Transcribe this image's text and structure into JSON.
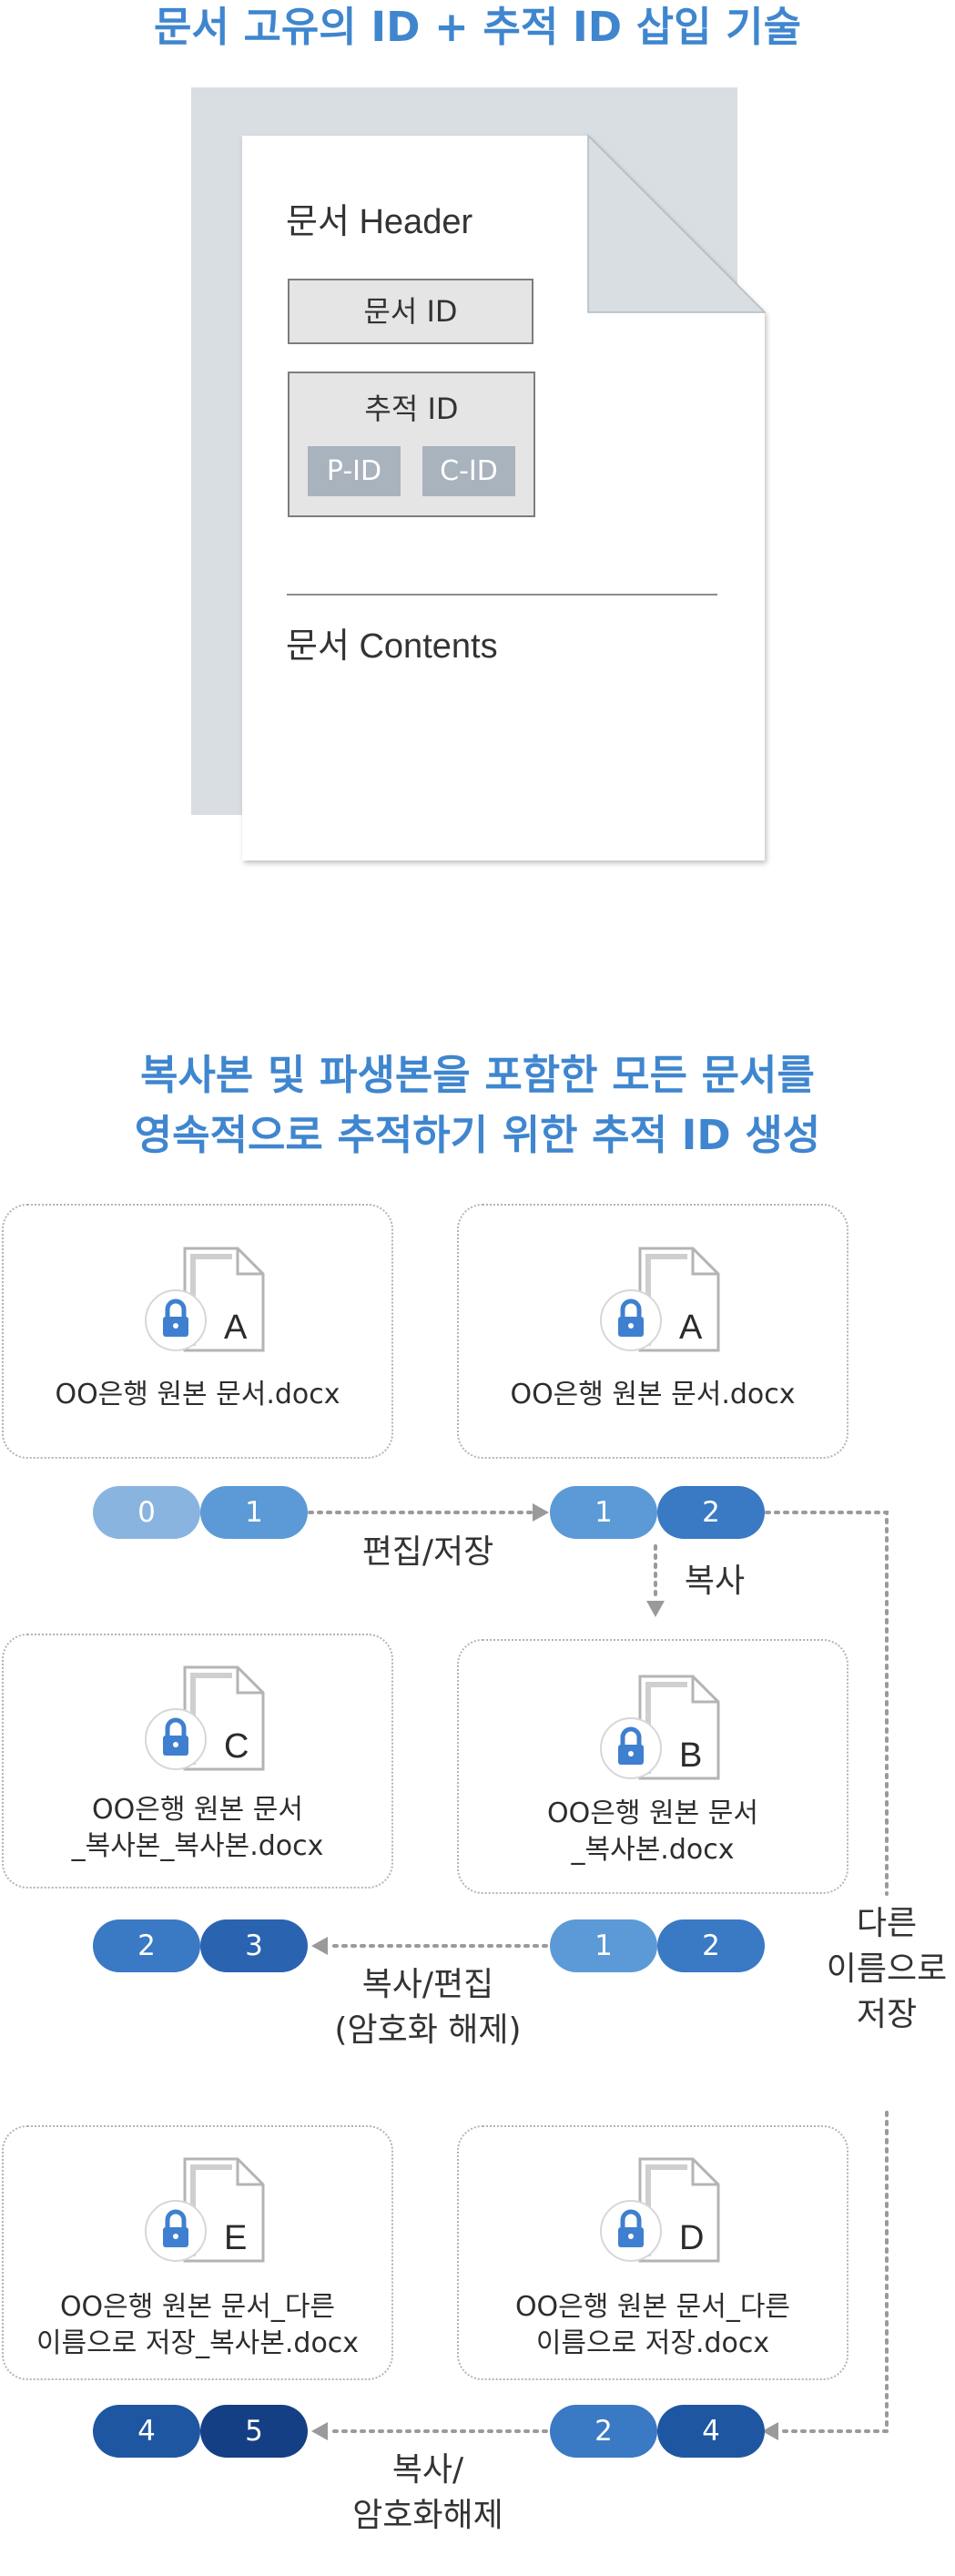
{
  "title_top": "문서 고유의 ID + 추적 ID 삽입 기술",
  "doc": {
    "header": "문서 Header",
    "doc_id": "문서 ID",
    "tracking_id": "추적 ID",
    "pid": "P-ID",
    "cid": "C-ID",
    "contents": "문서 Contents"
  },
  "title_flow": [
    "복사본 및 파생본을 포함한 모든 문서를",
    "영속적으로 추적하기 위한 추적 ID 생성"
  ],
  "cards": {
    "a1": {
      "letter": "A",
      "name": [
        "OO은행 원본 문서.docx"
      ]
    },
    "a2": {
      "letter": "A",
      "name": [
        "OO은행 원본 문서.docx"
      ]
    },
    "c": {
      "letter": "C",
      "name": [
        "OO은행 원본 문서",
        "_복사본_복사본.docx"
      ]
    },
    "b": {
      "letter": "B",
      "name": [
        "OO은행 원본 문서",
        "_복사본.docx"
      ]
    },
    "e": {
      "letter": "E",
      "name": [
        "OO은행 원본 문서_다른",
        "이름으로 저장_복사본.docx"
      ]
    },
    "d": {
      "letter": "D",
      "name": [
        "OO은행 원본 문서_다른",
        "이름으로 저장.docx"
      ]
    }
  },
  "pills": {
    "row1_left": [
      "0",
      "1"
    ],
    "row1_right": [
      "1",
      "2"
    ],
    "row2_left": [
      "2",
      "3"
    ],
    "row2_right": [
      "1",
      "2"
    ],
    "row3_left": [
      "4",
      "5"
    ],
    "row3_right": [
      "2",
      "4"
    ]
  },
  "labels": {
    "edit_save": "편집/저장",
    "copy": "복사",
    "copy_edit": [
      "복사/편집",
      "(암호화 해제)"
    ],
    "save_as": [
      "다른",
      "이름으로",
      "저장"
    ],
    "copy_decrypt": [
      "복사/",
      "암호화해제"
    ]
  },
  "colors": {
    "title": "#3f86cf",
    "pill_0": "#8ab4e0",
    "pill_1": "#5b9ad6",
    "pill_2": "#3a79c3",
    "pill_3": "#2a63b0",
    "pill_4": "#1f56a2",
    "pill_5": "#153f84",
    "back_sheet": "#d9dee3",
    "chip": "#a9b3bd"
  }
}
